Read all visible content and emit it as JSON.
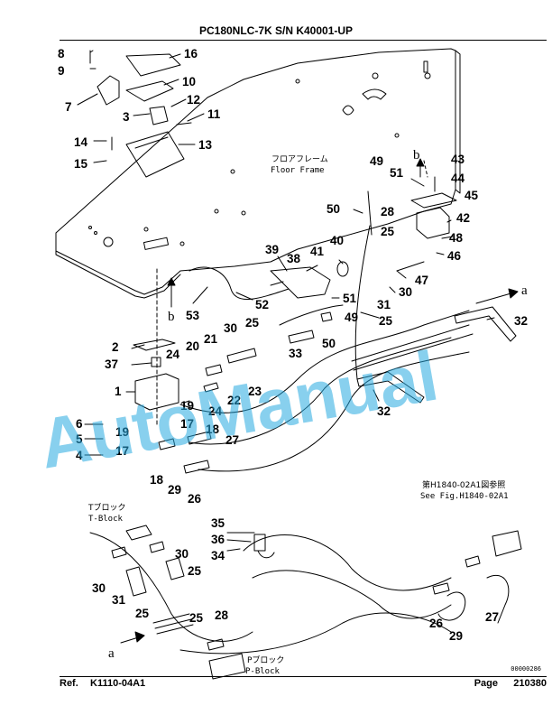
{
  "header": {
    "title": "PC180NLC-7K S/N K40001-UP"
  },
  "labels": {
    "floor_frame_jp": "フロアフレーム",
    "floor_frame_en": "Floor Frame",
    "see_fig_jp": "第H1840-02A1図参照",
    "see_fig_en": "See Fig.H1840-02A1",
    "t_block_jp": "Tブロック",
    "t_block_en": "T-Block",
    "p_block_jp": "Pブロック",
    "p_block_en": "P-Block",
    "arrow_a": "a",
    "arrow_b": "b",
    "serial": "00000286"
  },
  "watermark": {
    "text": "AutoManual",
    "color": "#27a9e0"
  },
  "callouts": [
    {
      "num": "8"
    },
    {
      "num": "9"
    },
    {
      "num": "7"
    },
    {
      "num": "16"
    },
    {
      "num": "10"
    },
    {
      "num": "3"
    },
    {
      "num": "12"
    },
    {
      "num": "11"
    },
    {
      "num": "14"
    },
    {
      "num": "15"
    },
    {
      "num": "13"
    },
    {
      "num": "49"
    },
    {
      "num": "51"
    },
    {
      "num": "43"
    },
    {
      "num": "44"
    },
    {
      "num": "45"
    },
    {
      "num": "50"
    },
    {
      "num": "28"
    },
    {
      "num": "42"
    },
    {
      "num": "25"
    },
    {
      "num": "40"
    },
    {
      "num": "41"
    },
    {
      "num": "39"
    },
    {
      "num": "38"
    },
    {
      "num": "48"
    },
    {
      "num": "46"
    },
    {
      "num": "47"
    },
    {
      "num": "30"
    },
    {
      "num": "31"
    },
    {
      "num": "51"
    },
    {
      "num": "52"
    },
    {
      "num": "53"
    },
    {
      "num": "30"
    },
    {
      "num": "25"
    },
    {
      "num": "21"
    },
    {
      "num": "20"
    },
    {
      "num": "2"
    },
    {
      "num": "37"
    },
    {
      "num": "24"
    },
    {
      "num": "1"
    },
    {
      "num": "33"
    },
    {
      "num": "50"
    },
    {
      "num": "49"
    },
    {
      "num": "25"
    },
    {
      "num": "32"
    },
    {
      "num": "23"
    },
    {
      "num": "22"
    },
    {
      "num": "19"
    },
    {
      "num": "24"
    },
    {
      "num": "17"
    },
    {
      "num": "6"
    },
    {
      "num": "19"
    },
    {
      "num": "18"
    },
    {
      "num": "5"
    },
    {
      "num": "17"
    },
    {
      "num": "27"
    },
    {
      "num": "4"
    },
    {
      "num": "32"
    },
    {
      "num": "18"
    },
    {
      "num": "29"
    },
    {
      "num": "26"
    },
    {
      "num": "35"
    },
    {
      "num": "36"
    },
    {
      "num": "34"
    },
    {
      "num": "30"
    },
    {
      "num": "25"
    },
    {
      "num": "30"
    },
    {
      "num": "31"
    },
    {
      "num": "25"
    },
    {
      "num": "25"
    },
    {
      "num": "28"
    },
    {
      "num": "26"
    },
    {
      "num": "29"
    },
    {
      "num": "27"
    }
  ],
  "footer": {
    "ref_label": "Ref.",
    "ref_code": "K1110-04A1",
    "page_label": "Page",
    "page_number": "210380"
  }
}
